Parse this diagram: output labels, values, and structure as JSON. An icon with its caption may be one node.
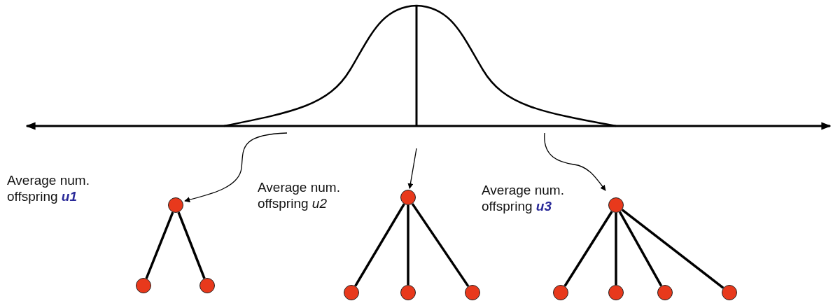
{
  "diagram": {
    "nodes": [
      {
        "text": [],
        "shape": "circle"
      },
      {
        "text": [],
        "shape": "circle"
      },
      {
        "text": [],
        "shape": "circle"
      },
      {
        "text": [],
        "shape": "circle"
      },
      {
        "text": [],
        "shape": "circle"
      },
      {
        "text": [],
        "shape": "circle"
      },
      {
        "text": [],
        "shape": "circle"
      },
      {
        "text": [],
        "shape": "circle"
      },
      {
        "text": [],
        "shape": "circle"
      },
      {
        "text": [],
        "shape": "circle"
      },
      {
        "text": [],
        "shape": "circle"
      },
      {
        "text": [],
        "shape": "circle"
      }
    ],
    "edges": [
      {
        "from": null,
        "to": 0,
        "arrow": "to"
      },
      {
        "from": 0,
        "to": 1,
        "arrow": "none"
      },
      {
        "from": 0,
        "to": 2,
        "arrow": "none"
      },
      {
        "from": null,
        "to": 3,
        "arrow": "to"
      },
      {
        "from": 3,
        "to": 4,
        "arrow": "none"
      },
      {
        "from": 3,
        "to": 5,
        "arrow": "none"
      },
      {
        "from": 3,
        "to": 6,
        "arrow": "none"
      },
      {
        "from": null,
        "to": 7,
        "arrow": "to"
      },
      {
        "from": 7,
        "to": 8,
        "arrow": "none"
      },
      {
        "from": 7,
        "to": 9,
        "arrow": "none"
      },
      {
        "from": 7,
        "to": 10,
        "arrow": "none"
      },
      {
        "from": 7,
        "to": 11,
        "arrow": "none"
      }
    ],
    "labels": [
      "Average num. offspring **u1**",
      "Average num. offspring *u2*",
      "Average num. offspring **u3**"
    ]
  }
}
